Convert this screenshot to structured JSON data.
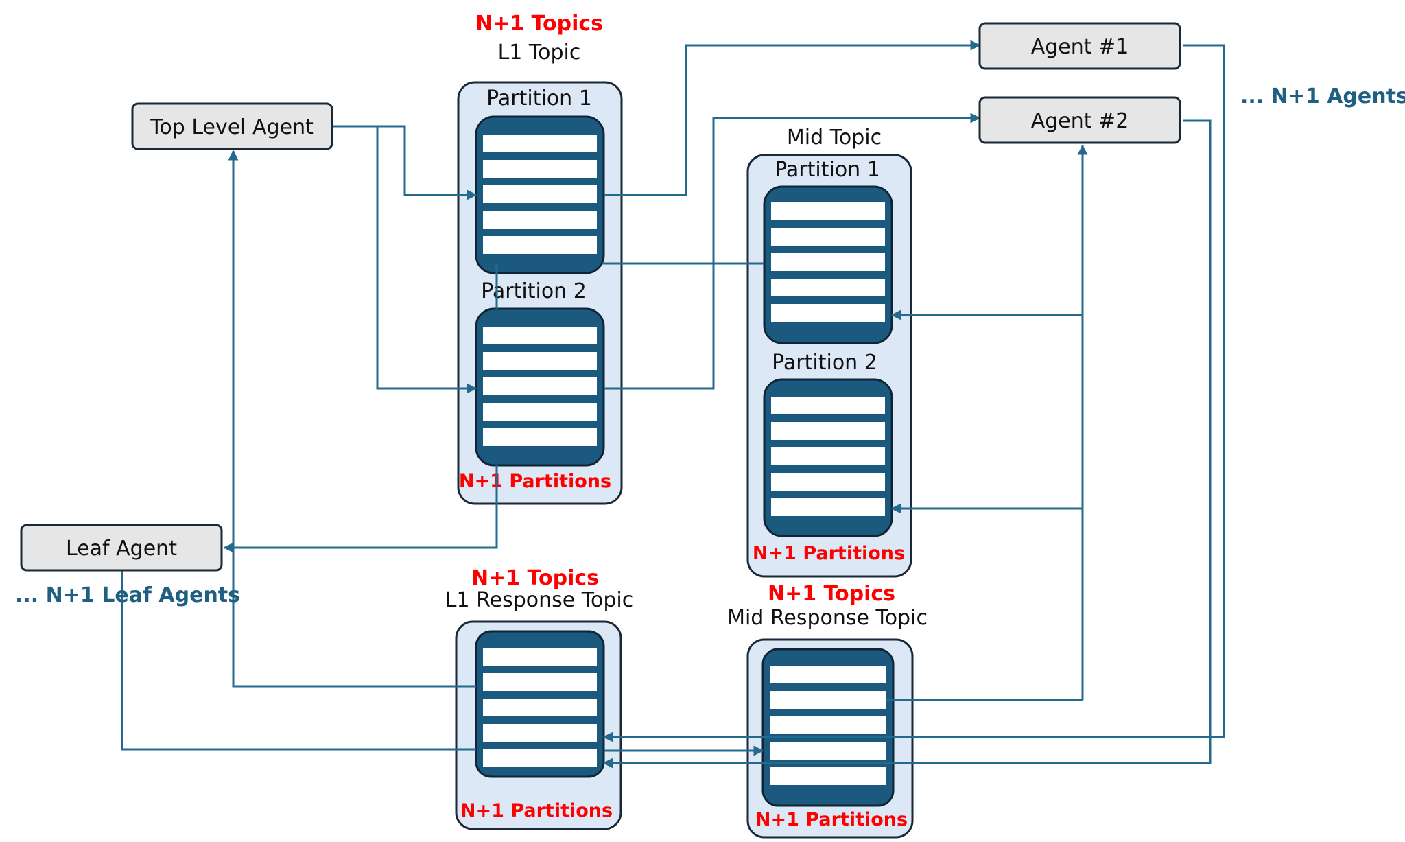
{
  "agents": {
    "top_level": "Top Level Agent",
    "leaf": "Leaf Agent",
    "agent1": "Agent #1",
    "agent2": "Agent #2"
  },
  "annotations": {
    "n1_agents": "... N+1 Agents",
    "n1_leaf_agents": "... N+1 Leaf Agents"
  },
  "topics": {
    "l1": {
      "count_label": "N+1 Topics",
      "title": "L1 Topic",
      "partition1": "Partition 1",
      "partition2": "Partition 2",
      "partitions_label": "N+1 Partitions"
    },
    "mid": {
      "title": "Mid Topic",
      "partition1": "Partition 1",
      "partition2": "Partition 2",
      "partitions_label": "N+1 Partitions"
    },
    "l1_response": {
      "count_label": "N+1 Topics",
      "title": "L1 Response Topic",
      "partitions_label": "N+1 Partitions"
    },
    "mid_response": {
      "count_label": "N+1 Topics",
      "title": "Mid Response Topic",
      "partitions_label": "N+1 Partitions"
    }
  },
  "colors": {
    "connector": "#236a8c",
    "partition_fill": "#1b5a7e",
    "topic_fill": "#dce8f5",
    "agent_fill": "#e6e6e6",
    "highlight_red": "#ff0000",
    "annotation_teal": "#1f5f82"
  }
}
